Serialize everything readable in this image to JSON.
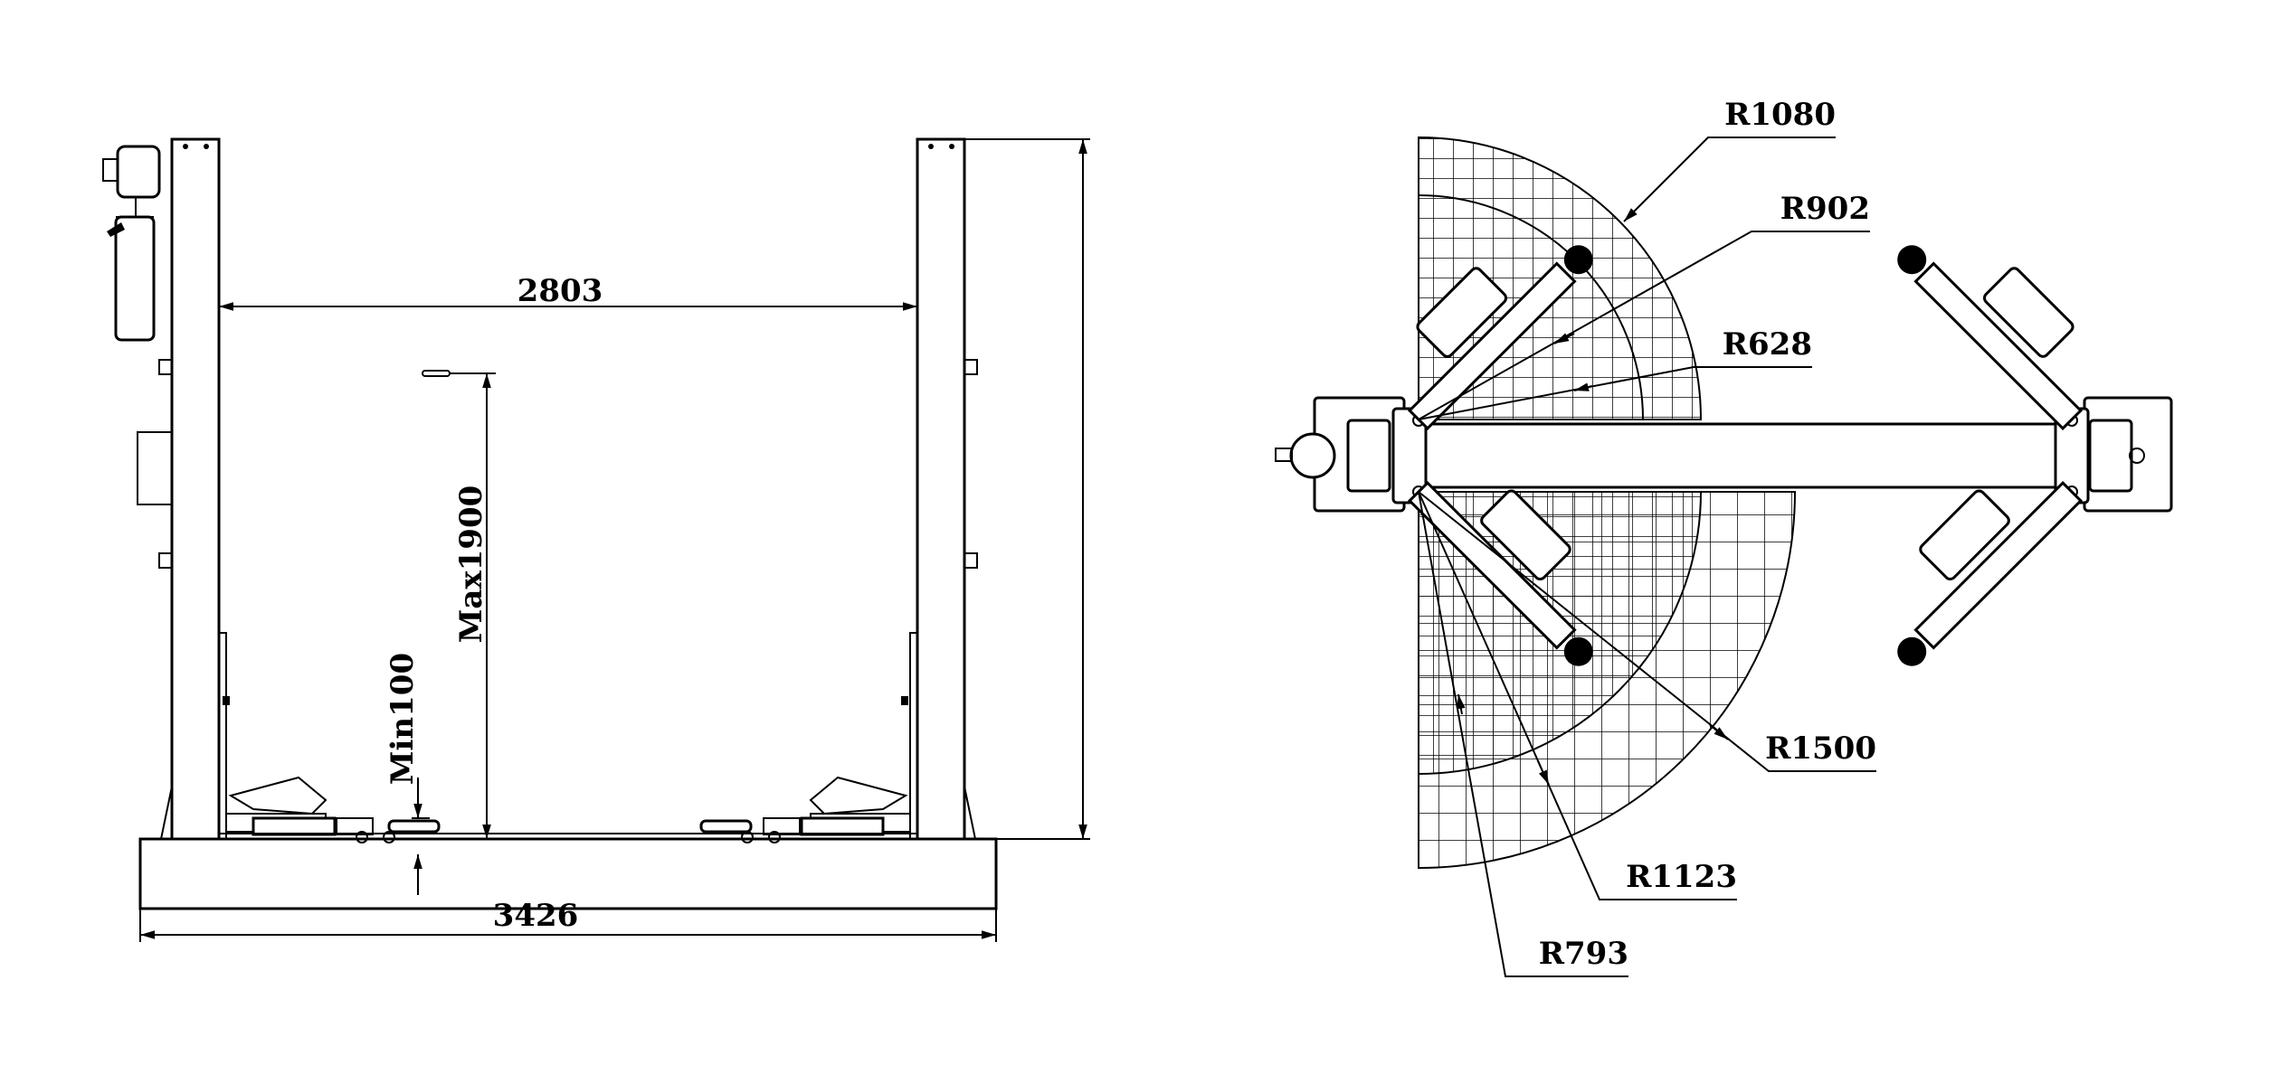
{
  "front_view": {
    "dimensions": {
      "inner_width": "2803",
      "overall_width": "3426",
      "max_height": "Max1900",
      "min_height": "Min100"
    }
  },
  "top_view": {
    "radii": {
      "r1080": "R1080",
      "r902": "R902",
      "r628": "R628",
      "r1500": "R1500",
      "r1123": "R1123",
      "r793": "R793"
    }
  }
}
